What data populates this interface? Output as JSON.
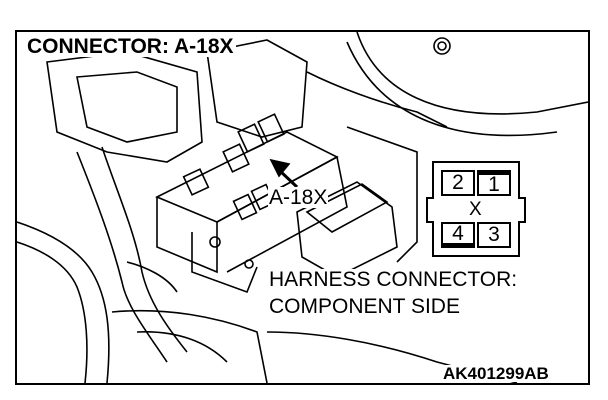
{
  "diagram": {
    "title": "CONNECTOR: A-18X",
    "connector_callout": "A-18X",
    "harness_label_line1": "HARNESS CONNECTOR:",
    "harness_label_line2": "COMPONENT SIDE",
    "figure_id": "AK401299AB"
  },
  "pinout": {
    "pins": [
      {
        "number": "2",
        "marker": "none"
      },
      {
        "number": "1",
        "marker": "top-bar"
      },
      {
        "number": "4",
        "marker": "bottom-bar"
      },
      {
        "number": "3",
        "marker": "none"
      }
    ],
    "center_mark": "X"
  },
  "colors": {
    "line": "#000000",
    "background": "#ffffff"
  }
}
